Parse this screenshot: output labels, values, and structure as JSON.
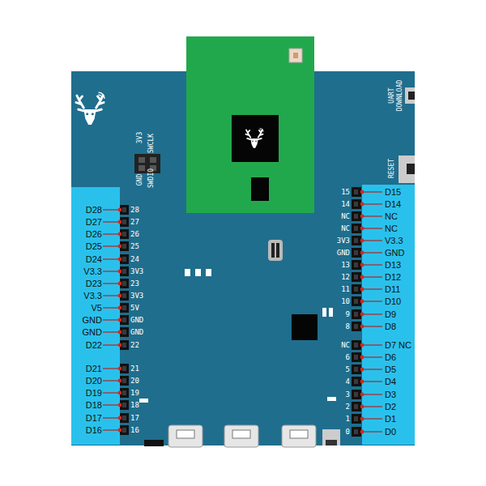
{
  "diagram": {
    "labels": [
      "UART DOWNLOAD",
      "3V3",
      "SWCLK",
      "GND",
      "SWDIO",
      "RESET",
      "D28",
      "28",
      "D27",
      "27",
      "D26",
      "26",
      "D25",
      "25",
      "D24",
      "24",
      "V3.3",
      "3V3",
      "D23",
      "23",
      "V3.3",
      "3V3",
      "V5",
      "5V",
      "GND",
      "GND",
      "GND",
      "GND",
      "D22",
      "22",
      "D21",
      "21",
      "D20",
      "20",
      "D19",
      "19",
      "D18",
      "18",
      "D17",
      "17",
      "D16",
      "16",
      "15",
      "D15",
      "14",
      "D14",
      "NC",
      "NC",
      "NC",
      "NC",
      "3V3",
      "V3.3",
      "GND",
      "GND",
      "13",
      "D13",
      "12",
      "D12",
      "11",
      "D11",
      "10",
      "D10",
      "9",
      "D9",
      "8",
      "D8",
      "NC",
      "D7 NC",
      "6",
      "D6",
      "5",
      "D5",
      "4",
      "D4",
      "3",
      "D3",
      "2",
      "D2",
      "1",
      "D1",
      "0",
      "D0"
    ]
  }
}
